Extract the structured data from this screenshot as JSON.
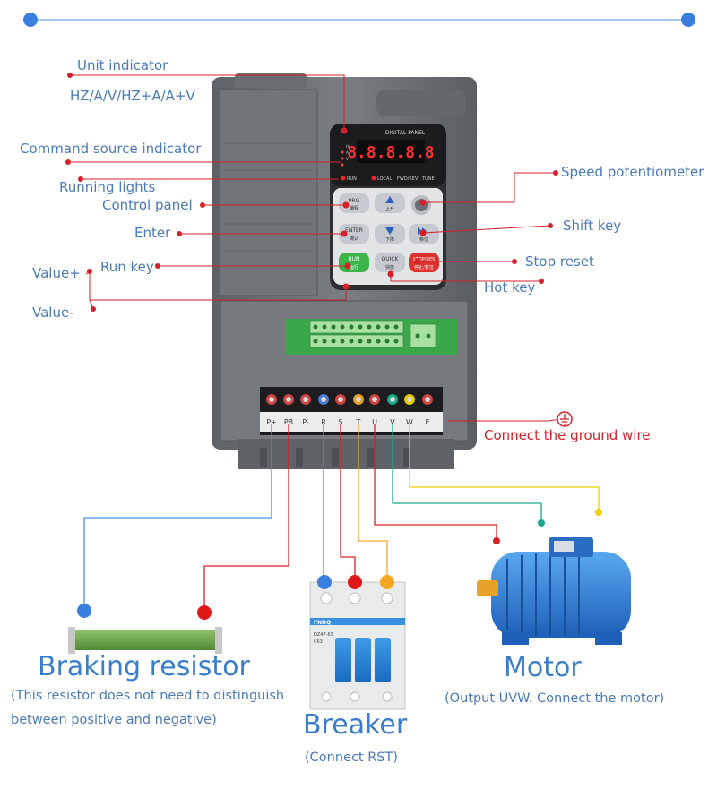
{
  "labels": {
    "unit_indicator": "Unit indicator",
    "unit_values": "HZ/A/V/HZ+A/A+V",
    "command_source": "Command source indicator",
    "running_lights": "Running lights",
    "control_panel": "Control panel",
    "enter": "Enter",
    "value_plus": "Value+",
    "run_key": "Run key",
    "value_minus": "Value-",
    "speed_pot": "Speed potentiometer",
    "shift_key": "Shift key",
    "stop_reset": "Stop reset",
    "hot_key": "Hot key",
    "ground_wire": "Connect the ground wire"
  },
  "panel": {
    "title": "DIGITAL PANEL",
    "display": "8.8.8.8.8",
    "leds": [
      "RUN",
      "LOCAL",
      "FWD/REV",
      "TUNE"
    ],
    "side_leds": [
      "Hz",
      "A",
      "V"
    ],
    "keys": {
      "prg": "PRG",
      "prg_cn": "编程",
      "up_cn": "上升",
      "enter": "ENTER",
      "enter_cn": "确认",
      "down_cn": "下降",
      "shift_cn": "移位",
      "run": "RUN",
      "run_cn": "运行",
      "quick": "QUICK",
      "quick_cn": "快捷",
      "stop": "STOP/RES",
      "stop_cn": "停止/复位"
    }
  },
  "terminals": [
    "P+",
    "PB",
    "P-",
    "R",
    "S",
    "T",
    "U",
    "V",
    "W",
    "E"
  ],
  "components": {
    "braking_resistor": {
      "title": "Braking resistor",
      "note_line1": "(This resistor does not need to distinguish",
      "note_line2": "between positive and negative)"
    },
    "breaker": {
      "title": "Breaker",
      "note": "(Connect RST)",
      "brand": "FNDQ",
      "model": "DZ47-63",
      "rating": "C63"
    },
    "motor": {
      "title": "Motor",
      "note": "(Output UVW. Connect the motor)"
    }
  },
  "colors": {
    "label_blue": "#4a7ab8",
    "title_blue": "#3a7dc9",
    "pointer_red": "#d4202a",
    "wire_blue": "#4a90d9",
    "wire_red": "#d4202a",
    "wire_orange": "#f5a623",
    "wire_green": "#1aa88a",
    "wire_yellow": "#f0d000",
    "dot_blue": "#3a7ee0",
    "housing": "#6e7276"
  }
}
